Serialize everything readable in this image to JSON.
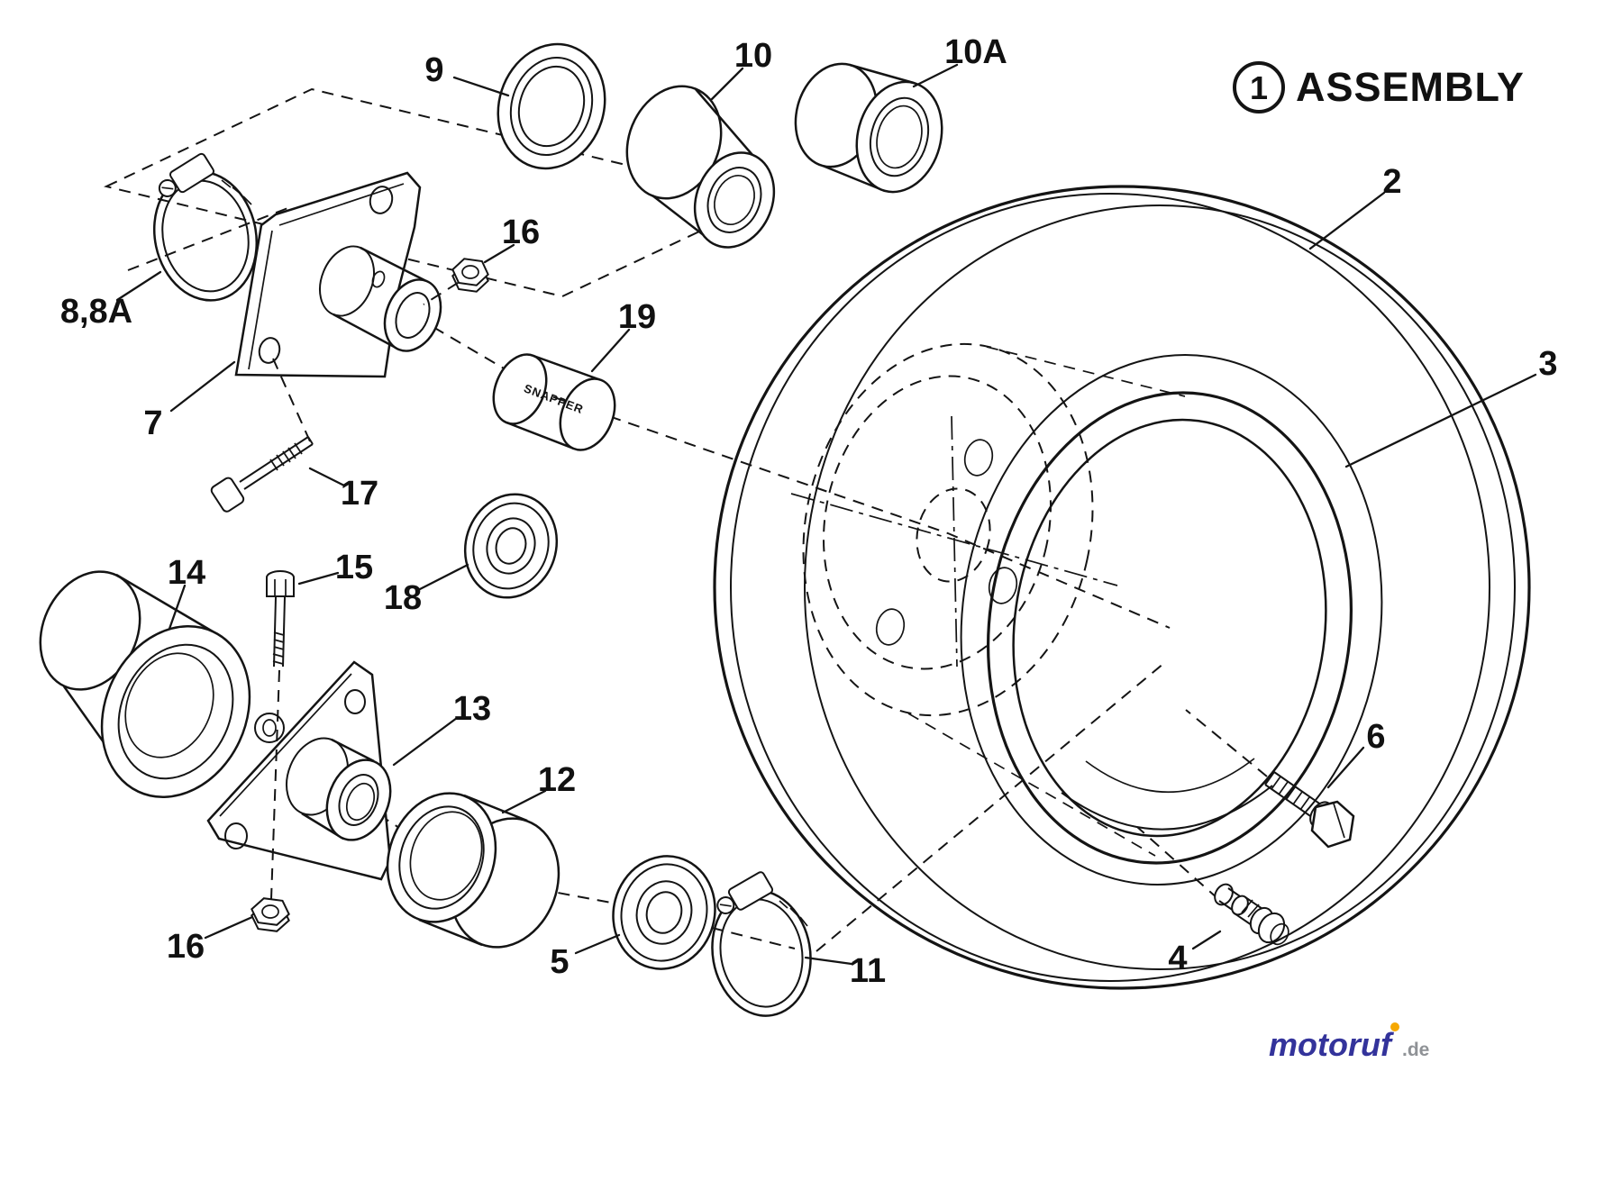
{
  "diagram": {
    "callout": {
      "number": "1",
      "title": "ASSEMBLY"
    },
    "stamp": "SNAPPER",
    "labels": {
      "p2": "2",
      "p3": "3",
      "p4": "4",
      "p5": "5",
      "p6": "6",
      "p7": "7",
      "p8": "8,8A",
      "p9": "9",
      "p10": "10",
      "p10a": "10A",
      "p11": "11",
      "p12": "12",
      "p13": "13",
      "p14": "14",
      "p15": "15",
      "p16_top": "16",
      "p16_bottom": "16",
      "p17": "17",
      "p18": "18",
      "p19": "19"
    },
    "line_color": "#141414",
    "background": "#ffffff"
  },
  "watermark": {
    "name": "motoruf",
    "tld": ".de",
    "color": "#33339b",
    "tld_color": "#8f9296",
    "accent": "#f6a800"
  }
}
